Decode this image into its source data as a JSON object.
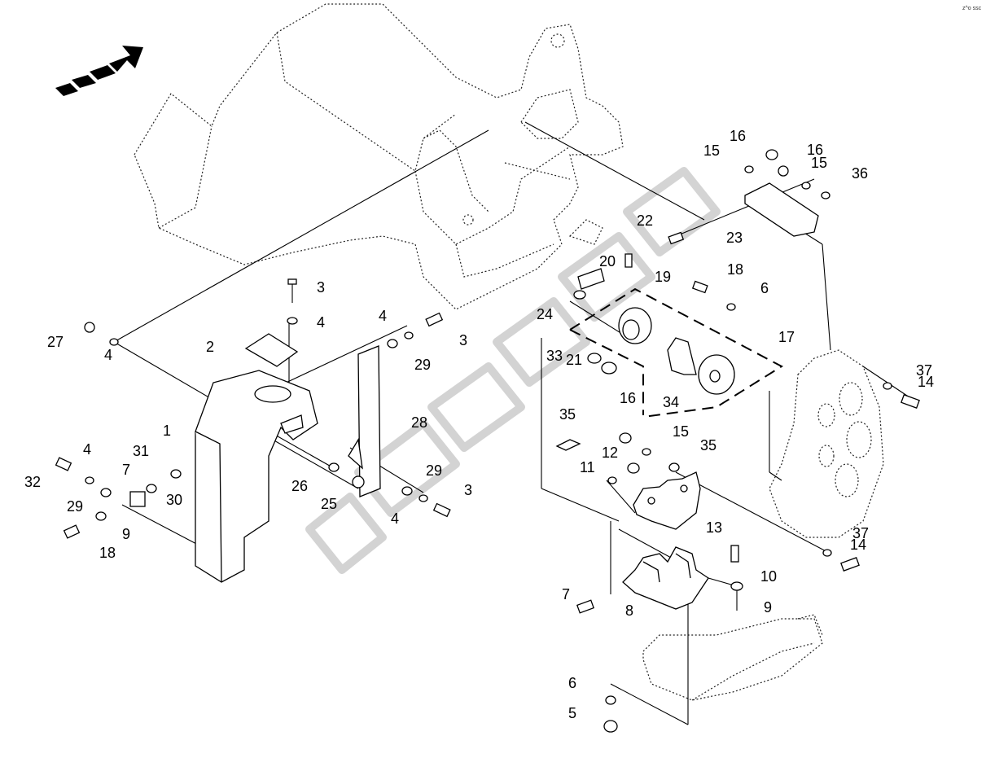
{
  "diagram": {
    "corner_mark": "z^o  ssc",
    "callouts": [
      "1",
      "2",
      "3",
      "3",
      "3",
      "4",
      "4",
      "4",
      "4",
      "4",
      "5",
      "6",
      "6",
      "7",
      "7",
      "8",
      "9",
      "9",
      "10",
      "11",
      "12",
      "13",
      "14",
      "14",
      "15",
      "15",
      "15",
      "16",
      "16",
      "16",
      "17",
      "18",
      "18",
      "19",
      "20",
      "21",
      "22",
      "23",
      "24",
      "25",
      "26",
      "27",
      "28",
      "29",
      "29",
      "29",
      "30",
      "31",
      "32",
      "33",
      "34",
      "35",
      "35",
      "36",
      "37",
      "37"
    ]
  }
}
